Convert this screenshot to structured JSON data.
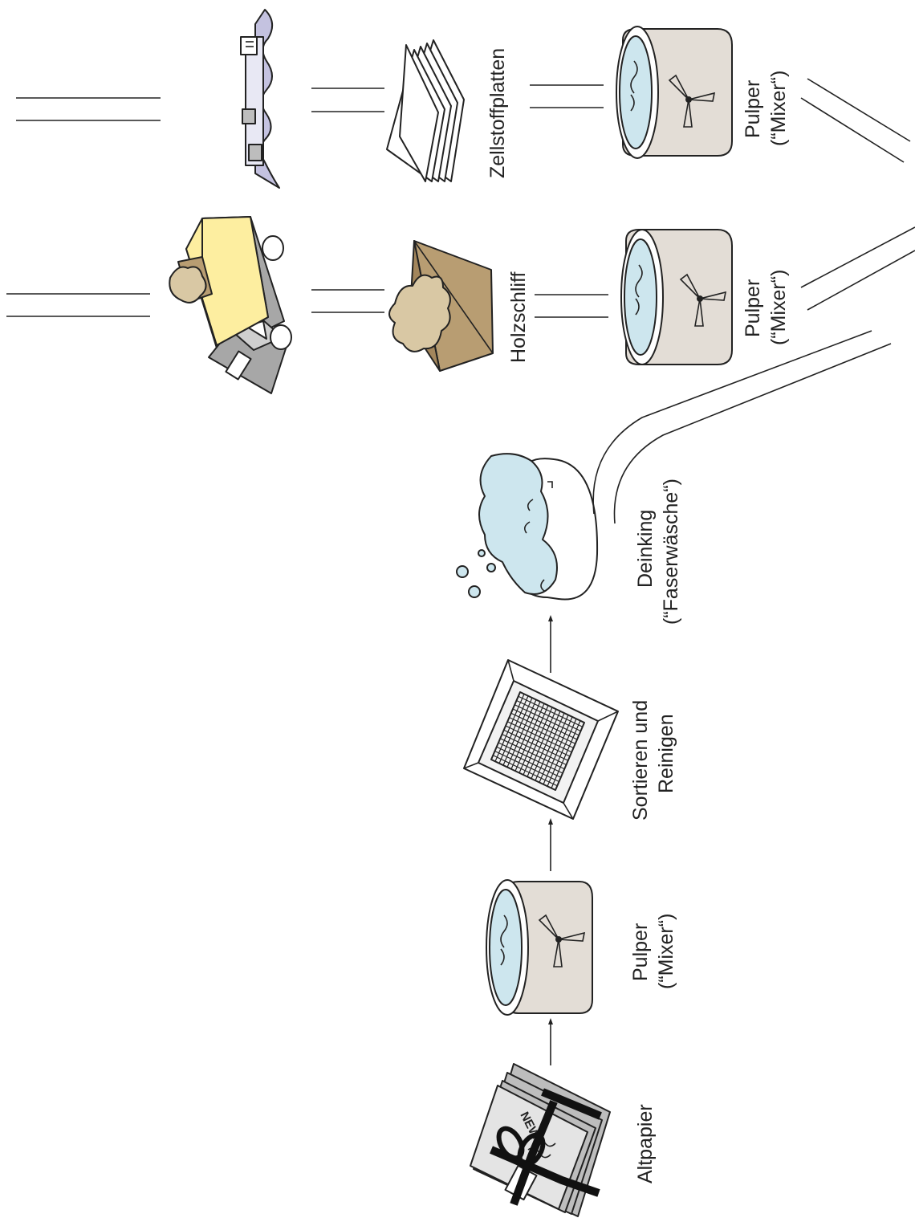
{
  "labels": {
    "altpapier": "Altpapier",
    "pulper_a_line1": "Pulper",
    "pulper_a_line2": "(“Mixer“)",
    "sortieren_line1": "Sortieren und",
    "sortieren_line2": "Reinigen",
    "deinking_line1": "Deinking",
    "deinking_line2": "(“Faserwäsche“)",
    "holzschliff": "Holzschliff",
    "pulper_b_line1": "Pulper",
    "pulper_b_line2": "(“Mixer“)",
    "zellstoff": "Zellstoffplatten",
    "pulper_c_line1": "Pulper",
    "pulper_c_line2": "(“Mixer“)",
    "newspaper_text": "NEWS"
  },
  "colors": {
    "outline": "#222222",
    "pulper_body": "#e3ddd6",
    "water": "#cde6ee",
    "truck_cargo": "#fdeea0",
    "truck_body": "#a7a7a7",
    "wood_chips": "#d9c8a4",
    "box_brown": "#b89d72",
    "ship_hull": "#c4c2e0",
    "paper_gray": "#bdbdbd"
  },
  "icons": [
    "newspaper-bundle-icon",
    "pulper-icon",
    "sieve-icon",
    "deinking-tub-icon",
    "truck-icon",
    "wood-pulp-box-icon",
    "cargo-ship-icon",
    "pulp-sheets-icon"
  ]
}
